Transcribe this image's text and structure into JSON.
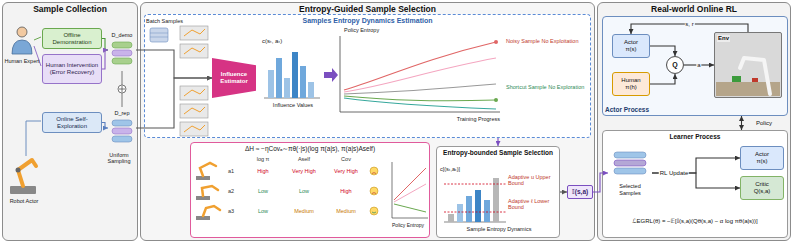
{
  "diagram": {
    "nodes": [
      {
        "text": [
          "Sample Collection"
        ]
      },
      {
        "text": [
          "Offline Demonstration"
        ],
        "in": 0
      },
      {
        "text": [
          "Human Intervention (Error Recovery)"
        ],
        "in": 0
      },
      {
        "text": [
          "Online Self-Exploration"
        ],
        "in": 0
      },
      {
        "text": [
          "D_demo"
        ],
        "in": 0
      },
      {
        "text": [
          "D_rep"
        ],
        "in": 0
      },
      {
        "text": [
          "Entropy-Guided Sample Selection"
        ]
      },
      {
        "text": [
          "Samples Entropy Dynamics Estimation"
        ],
        "in": 6
      },
      {
        "text": [
          "Influence Estimator"
        ],
        "in": 7
      },
      {
        "text": [
          "ΔH ≈ −ηCovₐ∼πθ(·|s)(log π(a|s), π(a|s)Aself)"
        ],
        "in": 6
      },
      {
        "text": [
          "Entropy-bounded Sample Selection"
        ],
        "in": 6
      },
      {
        "text": [
          "𝕀(s,a)"
        ],
        "in": 6
      },
      {
        "text": [
          "Real-world Online RL"
        ]
      },
      {
        "text": [
          "Actor Process"
        ],
        "in": 12
      },
      {
        "text": [
          "Actor",
          "π(s)"
        ],
        "in": 13
      },
      {
        "text": [
          "Human",
          "π(h)"
        ],
        "in": 13
      },
      {
        "text": [
          "Q"
        ],
        "in": 13
      },
      {
        "text": [
          "Env"
        ],
        "in": 13
      },
      {
        "text": [
          "Learner Process"
        ],
        "in": 12
      },
      {
        "text": [
          "Selected Samples"
        ],
        "in": 18
      },
      {
        "text": [
          "Actor",
          "π(s)"
        ],
        "in": 18
      },
      {
        "text": [
          "Critic",
          "Q(s,a)"
        ],
        "in": 18
      },
      {
        "text": [
          "ℒEGRL(θ) = −𝔼[𝕀(s,a)(Qθ(s,a) − α log πθ(a|s))]"
        ],
        "in": 18
      }
    ],
    "edges": [
      {
        "from": 1,
        "to": 4,
        "arrow": "to"
      },
      {
        "from": 2,
        "to": 4,
        "arrow": "to"
      },
      {
        "from": 3,
        "to": 5,
        "arrow": "to"
      },
      {
        "from": 4,
        "to": 8,
        "arrow": "to"
      },
      {
        "from": 5,
        "to": 8,
        "arrow": "to"
      },
      {
        "from": 7,
        "to": 10,
        "arrow": "to"
      },
      {
        "from": 10,
        "to": 11,
        "arrow": "to"
      },
      {
        "from": 11,
        "to": 19,
        "arrow": "to"
      },
      {
        "from": 14,
        "to": 16,
        "arrow": "to"
      },
      {
        "from": 15,
        "to": 16,
        "arrow": "to"
      },
      {
        "from": 16,
        "to": 17,
        "label": "a",
        "arrow": "to"
      },
      {
        "from": 17,
        "to": 14,
        "label": "s, r",
        "arrow": "to"
      },
      {
        "from": 19,
        "to": 20,
        "label": "RL Update",
        "arrow": "to"
      },
      {
        "from": 19,
        "to": 21,
        "arrow": "to"
      },
      {
        "from": 18,
        "to": 13,
        "label": "Policy",
        "arrow": "both"
      }
    ],
    "labels": [
      "Human Expert",
      "Robot Actor",
      "Uniform Sampling",
      "Batch Samples",
      "c(sₜ, aₜ)",
      "Influence Values",
      "Policy Entropy",
      "Noisy Sample No Exploitation",
      "Shortcut Sample No Exploration",
      "Training Progress",
      "log π",
      "Aself",
      "Cov",
      "a1",
      "a2",
      "a3",
      "High",
      "Very High",
      "Very High",
      "Low",
      "Low",
      "High",
      "Low",
      "Medium",
      "Medium",
      "Policy Entropy",
      "c[(sₜ,aₜ)]",
      "Adaptive u Upper Bound",
      "Adaptive ℓ Lower Bound",
      "Sample Entropy Dynamics"
    ]
  }
}
